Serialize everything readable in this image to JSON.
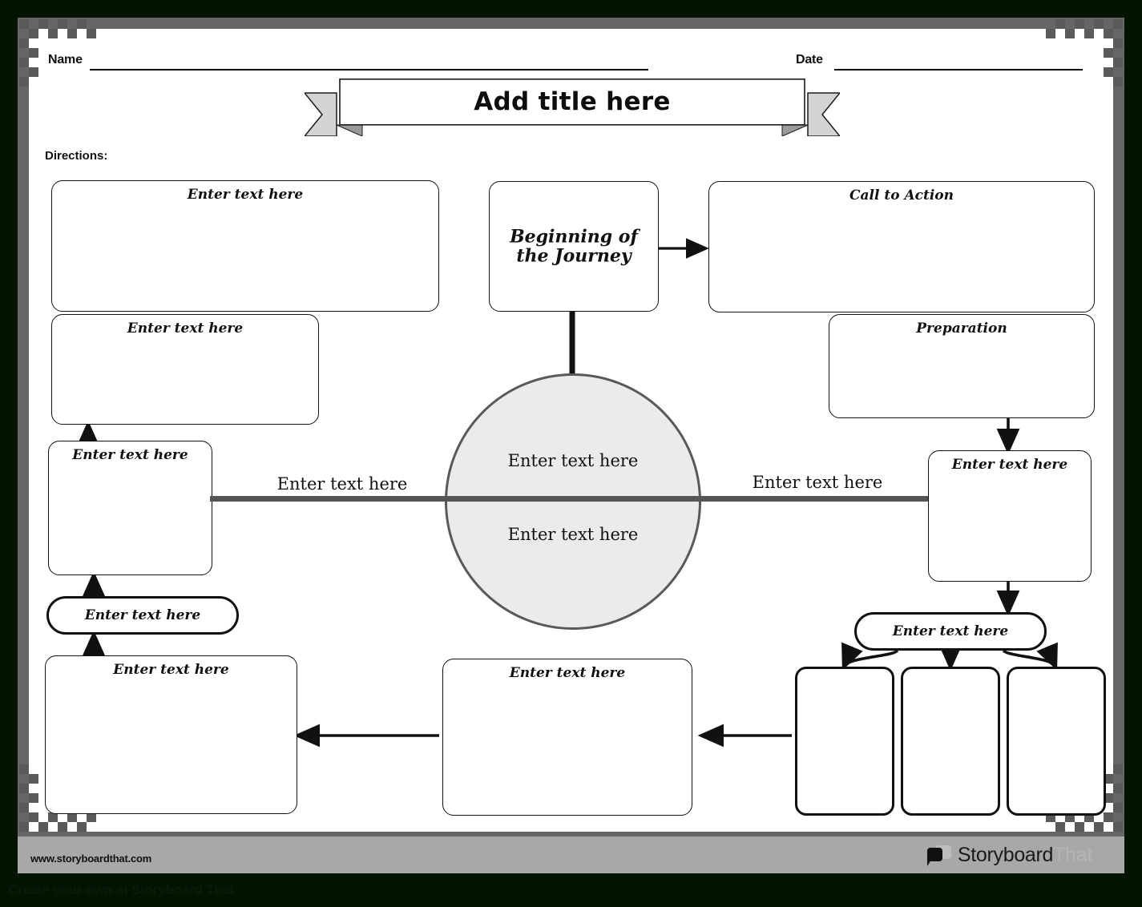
{
  "header": {
    "name_label": "Name",
    "date_label": "Date",
    "directions_label": "Directions:",
    "title": "Add title here"
  },
  "placeholder": "Enter text here",
  "boxes": {
    "left_top": "Enter text here",
    "left_second": "Enter text here",
    "left_third": "Enter text here",
    "left_pill": "Enter text here",
    "left_bottom": "Enter text here",
    "center_start": "Beginning of\nthe Journey",
    "center_start_line1": "Beginning of",
    "center_start_line2": "the Journey",
    "center_bottom": "Enter text here",
    "right_call_to_action": "Call to Action",
    "right_preparation": "Preparation",
    "right_middle": "Enter text here",
    "right_pill": "Enter text here",
    "right_col_1": "",
    "right_col_2": "",
    "right_col_3": ""
  },
  "circle": {
    "top_text": "Enter text here",
    "bottom_text": "Enter text here"
  },
  "spine": {
    "left_label": "Enter text here",
    "right_label": "Enter text here"
  },
  "footer": {
    "url": "www.storyboardthat.com",
    "tagline": "Create your own at Storyboard That",
    "logo_primary": "Storyboard",
    "logo_secondary": "That"
  },
  "colors": {
    "frame": "#666666",
    "page": "#ffffff",
    "backdrop": "#001400",
    "footer_band": "#a8a8a8",
    "circle_fill": "#ebebeb",
    "circle_stroke": "#595959",
    "spine": "#555555",
    "ribbon_tail": "#d4d4d4",
    "checker": "#5a5a5a",
    "ink": "#111111"
  }
}
